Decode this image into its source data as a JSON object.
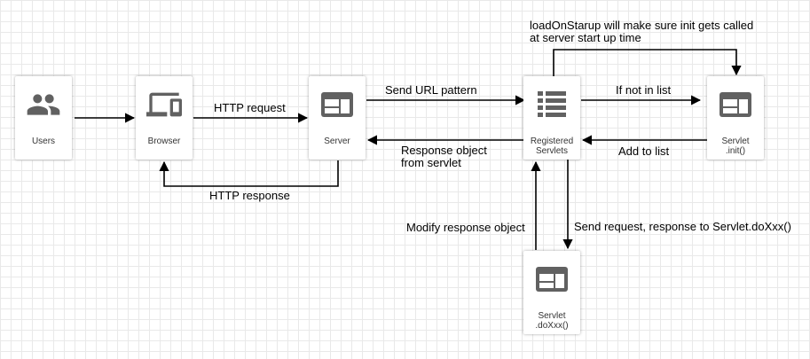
{
  "nodes": {
    "users": "Users",
    "browser": "Browser",
    "server": "Server",
    "registered": "Registered\nServlets",
    "servlet_init": "Servlet\n.init()",
    "servlet_doxxx": "Servlet\n.doXxx()"
  },
  "labels": {
    "http_request": "HTTP request",
    "http_response": "HTTP response",
    "send_url": "Send URL pattern",
    "response_object": "Response object\nfrom servlet",
    "if_not_in_list": "If not in list",
    "add_to_list": "Add to list",
    "load_on_startup": "loadOnStarup will make sure init gets called\nat server start up time",
    "modify_response": "Modify response object",
    "send_request": "Send request, response to Servlet.doXxx()"
  },
  "icons": {
    "users": "people-icon",
    "browser": "devices-icon",
    "server": "window-layout-icon",
    "registered": "list-icon",
    "servlet_init": "window-layout-icon",
    "servlet_doxxx": "window-layout-icon"
  }
}
